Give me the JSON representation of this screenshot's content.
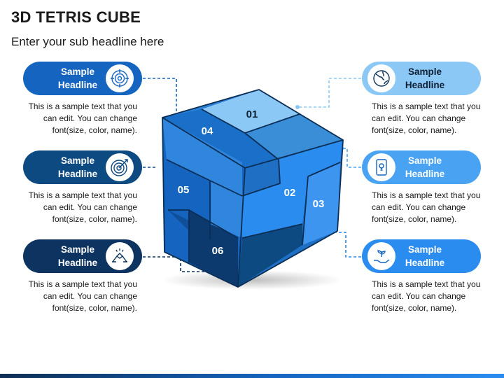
{
  "title": "3D TETRIS CUBE",
  "subtitle": "Enter your sub headline here",
  "colors": {
    "dark_navy": "#0d3f6e",
    "mid_blue": "#1565c0",
    "bright_blue": "#2b8cf0",
    "light_blue": "#8cc8f6"
  },
  "cube": {
    "pieces": [
      {
        "number": "01"
      },
      {
        "number": "02"
      },
      {
        "number": "03"
      },
      {
        "number": "04"
      },
      {
        "number": "05"
      },
      {
        "number": "06"
      }
    ]
  },
  "items": [
    {
      "headline": "Sample\nHeadline",
      "icon": "target-circle-icon",
      "text": "This is a sample text that you\ncan edit. You can change\nfont(size, color, name).",
      "color": "#1565c0"
    },
    {
      "headline": "Sample\nHeadline",
      "icon": "bullseye-arrow-icon",
      "text": "This is a sample text that you\ncan edit. You can change\nfont(size, color, name).",
      "color": "#0d4a82"
    },
    {
      "headline": "Sample\nHeadline",
      "icon": "handshake-icon",
      "text": "This is a sample text that you\ncan edit. You can change\nfont(size, color, name).",
      "color": "#0d3460"
    },
    {
      "headline": "Sample\nHeadline",
      "icon": "globe-icon",
      "text": "This is a sample text that you\ncan edit. You can change\nfont(size, color, name).",
      "color": "#8cc8f6"
    },
    {
      "headline": "Sample\nHeadline",
      "icon": "tablet-idea-icon",
      "text": "This is a sample text that you\ncan edit. You can change\nfont(size, color, name).",
      "color": "#4aa3f2"
    },
    {
      "headline": "Sample\nHeadline",
      "icon": "hand-plant-icon",
      "text": "This is a sample text that you\ncan edit. You can change\nfont(size, color, name).",
      "color": "#2b8cf0"
    }
  ]
}
